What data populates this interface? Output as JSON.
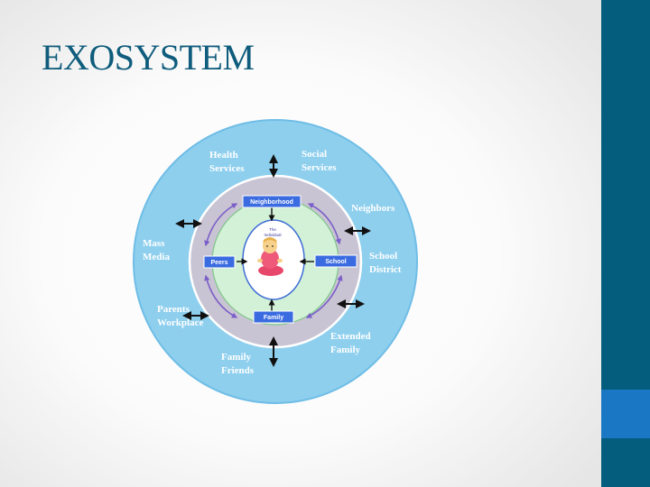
{
  "title": "EXOSYSTEM",
  "colors": {
    "title": "#0f5c7c",
    "side_bar": "#045d7c",
    "side_accent": "#1a77c4",
    "outer_circle": "#8ecfee",
    "middle_ring": "#c9c4d3",
    "inner_ring": "#d3f1d6",
    "box_fill": "#3a6be0",
    "arrow_purple": "#7a5fc8"
  },
  "diagram": {
    "outer_labels": {
      "health_services": [
        "Health",
        "Services"
      ],
      "social_services": [
        "Social",
        "Services"
      ],
      "neighbors": [
        "Neighbors"
      ],
      "mass_media": [
        "Mass",
        "Media"
      ],
      "school_district": [
        "School",
        "District"
      ],
      "parents_workplace": [
        "Parents",
        "Workplace"
      ],
      "extended_family": [
        "Extended",
        "Family"
      ],
      "family_friends": [
        "Family",
        "Friends"
      ]
    },
    "micro_boxes": {
      "neighborhood": "Neighborhood",
      "peers": "Peers",
      "school": "School",
      "family": "Family"
    },
    "center_label": [
      "The",
      "Individual"
    ],
    "center_icon": "seated-child-icon"
  }
}
